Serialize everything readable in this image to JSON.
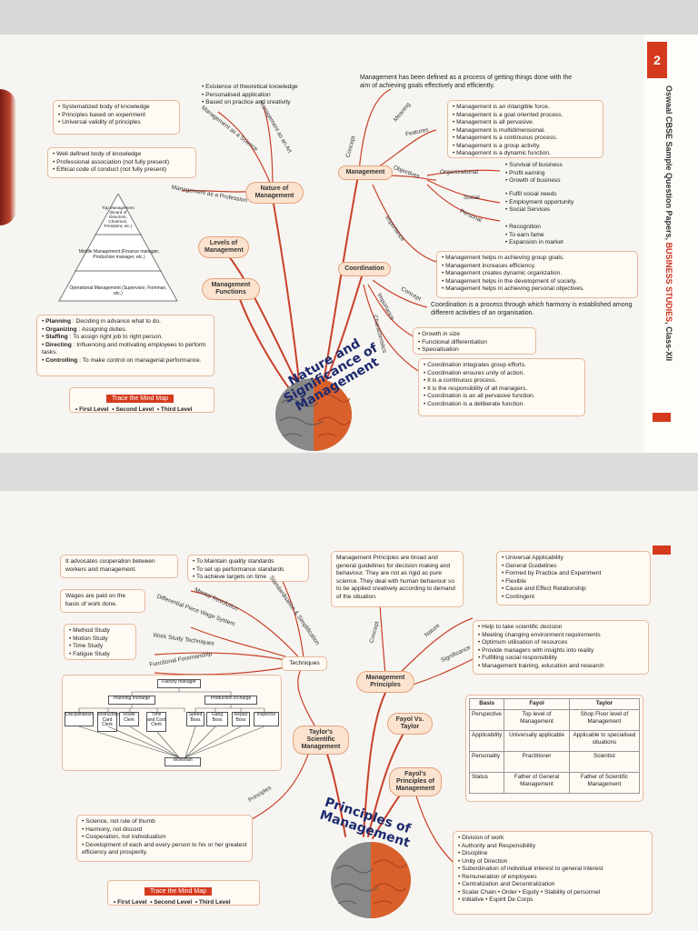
{
  "top_page": {
    "page_number": "2",
    "header": {
      "text_prefix": "Oswaal CBSE Sample Question Papers, ",
      "text_accent": "BUSINESS STUDIES",
      "text_suffix": ", Class-XII"
    },
    "center_title": "Nature and Significance of Management",
    "nodes": {
      "nature": "Nature of Management",
      "levels": "Levels of Management",
      "functions": "Management Functions",
      "management": "Management",
      "coordination": "Coordination",
      "features": "Features"
    },
    "branch_labels": {
      "mgmt_science": "Management as a Science",
      "mgmt_art": "Management as an Art",
      "mgmt_profession": "Management as a Profession",
      "concept": "Concept",
      "meaning": "Meaning",
      "objectives": "Objectives",
      "organizational": "Organizational",
      "social": "Social",
      "personal": "Personal",
      "importance": "Importance",
      "coord_concept": "Concept",
      "coord_importance": "Importance",
      "coord_characteristics": "Characteristics"
    },
    "science_box": [
      "Systematized body of knowledge",
      "Principles based on experiment",
      "Universal validity of principles"
    ],
    "art_box": [
      "Existence of theoretical knowledge",
      "Personalised application",
      "Based on practice and creativity"
    ],
    "profession_box": [
      "Well defined body of knowledge",
      "Professional association (not fully present)",
      "Ethical code of conduct (not fully present)"
    ],
    "pyramid": {
      "top": "Top Management (Board of Directors, Chairmen, President, etc.)",
      "middle": "Middle Management (Finance manager, Production manager, etc.)",
      "operational": "Operational Management (Supervisor, Foreman, etc.)"
    },
    "functions_box": [
      {
        "term": "Planning",
        "desc": ": Deciding in advance what to do."
      },
      {
        "term": "Organizing",
        "desc": ": Assigning duties."
      },
      {
        "term": "Staffing",
        "desc": ": To assign right job to right person."
      },
      {
        "term": "Directing",
        "desc": ": Influencing and motivating employees to perform tasks."
      },
      {
        "term": "Controlling",
        "desc": ": To make control on managerial performance."
      }
    ],
    "meaning_text": "Management has been defined as a process of getting things done with the aim of achieving goals effectively and efficiently.",
    "features_box": [
      "Management is an intangible force.",
      "Management is a goal oriented process.",
      "Management is all pervasive.",
      "Management is multidimensional.",
      "Management is a continuous process.",
      "Management is a group activity.",
      "Management is a dynamic function."
    ],
    "organizational_box": [
      "Survival of business",
      "Profit earning",
      "Growth of business"
    ],
    "social_box": [
      "Fulfil social needs",
      "Employment opportunity",
      "Social Services"
    ],
    "personal_box": [
      "Recognition",
      "To earn fame",
      "Expansion in market"
    ],
    "importance_box": [
      "Management helps in achieving group goals.",
      "Management increases efficiency.",
      "Management creates dynamic organization.",
      "Management helps in the development of society.",
      "Management helps in achieving personal objectives."
    ],
    "coord_concept_text": "Coordination is a process through which harmony is established among different activities of an organisation.",
    "coord_importance_box": [
      "Growth in size",
      "Functional differentiation",
      "Specialisation"
    ],
    "coord_characteristics_box": [
      "Coordination integrates group efforts.",
      "Coordination ensures unity of action.",
      "It is a continuous process.",
      "It is the responsibility of all managers.",
      "Coordination is an all pervasive function.",
      "Coordination is a deliberate function."
    ],
    "trace": {
      "title": "Trace the Mind Map",
      "first": "First Level",
      "second": "Second Level",
      "third": "Third Level"
    }
  },
  "bottom_page": {
    "center_title": "Principles of Management",
    "nodes": {
      "taylor": "Taylor's Scientific Management",
      "mgmt_principles": "Management Principles",
      "fayol_vs_taylor": "Fayol Vs. Taylor",
      "fayol": "Fayol's Principles of Management",
      "techniques": "Techniques"
    },
    "branch_labels": {
      "mental_revolution": "Mental Revolution",
      "diff_piece_wage": "Differential Piece Wage System",
      "standardisation": "Standardisation & Simplification",
      "work_study": "Work Study Techniques",
      "functional_foremanship": "Functional Foremanship",
      "principles": "Principles",
      "concept": "Concept",
      "nature": "Nature",
      "significance": "Significance"
    },
    "mental_revolution_box": "It advocates cooperation between workers and management.",
    "diff_wage_box": "Wages are paid on the basis of work done.",
    "standard_box": [
      "To Maintain quality standards",
      "To set up performance standards",
      "To achieve targets on time"
    ],
    "work_study_box": [
      "Method Study",
      "Motion Study",
      "Time Study",
      "Fatigue Study"
    ],
    "concept_box": "Management Principles are broad and general guidelines for decision making and behaviour. They are not as rigid as pure science. They deal with human behaviour so to be applied creatively according to demand of the situation.",
    "nature_box": [
      "Universal Applicability",
      "General Guidelines",
      "Formed by Practice and Experiment",
      "Flexible",
      "Cause and Effect Relationship",
      "Contingent"
    ],
    "significance_box": [
      "Help to take scientific decision",
      "Meeting changing environment requirements",
      "Optimum utilisation of resources",
      "Provide managers with insights into reality",
      "Fulfilling social responsibility",
      "Management training, education and research"
    ],
    "org_chart": {
      "factory_manager": "Factory manager",
      "planning": "Planning Incharge",
      "production": "Production Incharge",
      "planning_subs": [
        "Disciplinarian",
        "Instruction Card Clerk",
        "Route Clerk",
        "Time and Cost Clerk"
      ],
      "production_subs": [
        "Speed Boss",
        "Gang Boss",
        "Repair Boss",
        "Inspector"
      ],
      "workman": "Workman"
    },
    "comparison": {
      "headers": [
        "Basis",
        "Fayol",
        "Taylor"
      ],
      "rows": [
        [
          "Perspective",
          "Top level of Management",
          "Shop Floor level of Management"
        ],
        [
          "Applicability",
          "Universally applicable",
          "Applicable to specialised situations"
        ],
        [
          "Personality",
          "Practitioner",
          "Scientist"
        ],
        [
          "Status",
          "Father of General Management",
          "Father of Scientific Management"
        ]
      ]
    },
    "taylor_principles_box": [
      "Science, not rule of thumb",
      "Harmony, not discord",
      "Cooperation, not individualism",
      "Development of each and every person to his or her greatest efficiency and prosperity."
    ],
    "fayol_box": [
      "Division of work",
      "Authority and Responsibility",
      "Discipline",
      "Unity of Direction",
      "Subordination of individual interest to general interest",
      "Remuneration of employees",
      "Centralization and Decentralization",
      "Scalar Chain  • Order  • Equity  • Stability of personnel",
      "Initiative • Espirit De Corps"
    ],
    "trace": {
      "title": "Trace the Mind Map",
      "first": "First Level",
      "second": "Second Level",
      "third": "Third Level"
    }
  },
  "colors": {
    "accent": "#d63a1e",
    "node_fill": "#fbe3cf",
    "branch": "#c8412a",
    "title": "#1d2a6e"
  }
}
